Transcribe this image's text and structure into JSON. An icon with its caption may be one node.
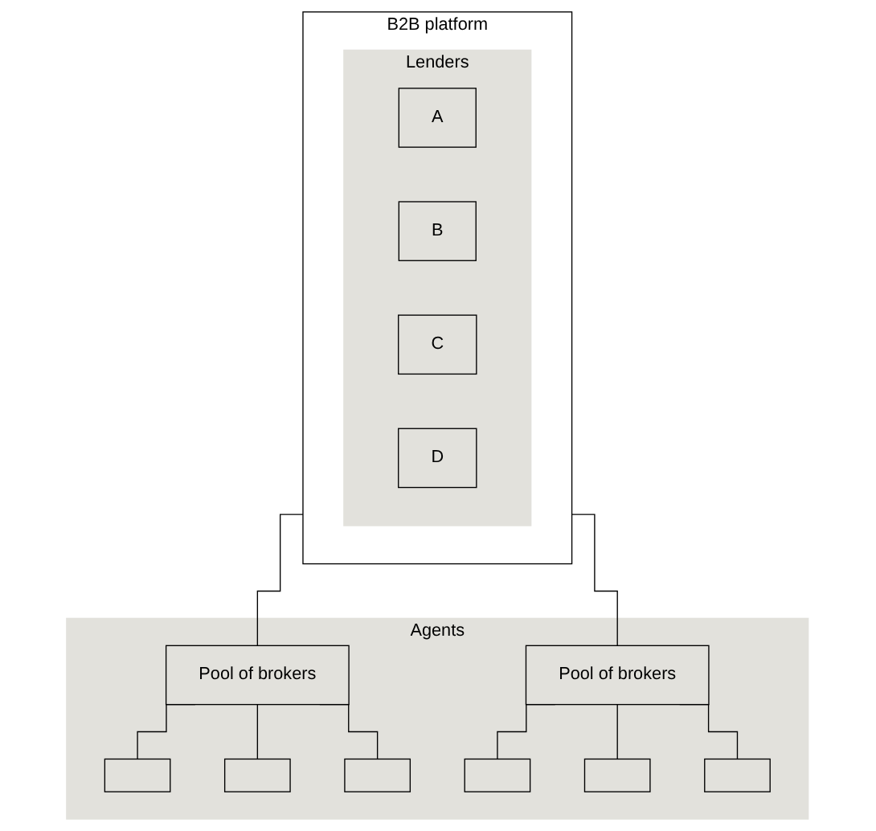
{
  "diagram": {
    "nodes": [
      {
        "text": [
          "B2B platform"
        ]
      },
      {
        "text": [
          "Lenders"
        ],
        "in": 0
      },
      {
        "text": [
          "A"
        ],
        "in": 1
      },
      {
        "text": [
          "B"
        ],
        "in": 1
      },
      {
        "text": [
          "C"
        ],
        "in": 1
      },
      {
        "text": [
          "D"
        ],
        "in": 1
      },
      {
        "text": [
          "Agents"
        ]
      },
      {
        "text": [
          "Pool of brokers"
        ],
        "in": 6
      },
      {
        "text": [
          "Pool of brokers"
        ],
        "in": 6
      },
      {
        "text": [],
        "shape": "box",
        "in": 6
      },
      {
        "text": [],
        "shape": "box",
        "in": 6
      },
      {
        "text": [],
        "shape": "box",
        "in": 6
      },
      {
        "text": [],
        "shape": "box",
        "in": 6
      },
      {
        "text": [],
        "shape": "box",
        "in": 6
      },
      {
        "text": [],
        "shape": "box",
        "in": 6
      }
    ],
    "edges": [
      {
        "from": 0,
        "to": 7,
        "arrow": "none"
      },
      {
        "from": 0,
        "to": 8,
        "arrow": "none"
      },
      {
        "from": 7,
        "to": 9,
        "arrow": "none"
      },
      {
        "from": 7,
        "to": 10,
        "arrow": "none"
      },
      {
        "from": 7,
        "to": 11,
        "arrow": "none"
      },
      {
        "from": 8,
        "to": 12,
        "arrow": "none"
      },
      {
        "from": 8,
        "to": 13,
        "arrow": "none"
      },
      {
        "from": 8,
        "to": 14,
        "arrow": "none"
      }
    ]
  }
}
